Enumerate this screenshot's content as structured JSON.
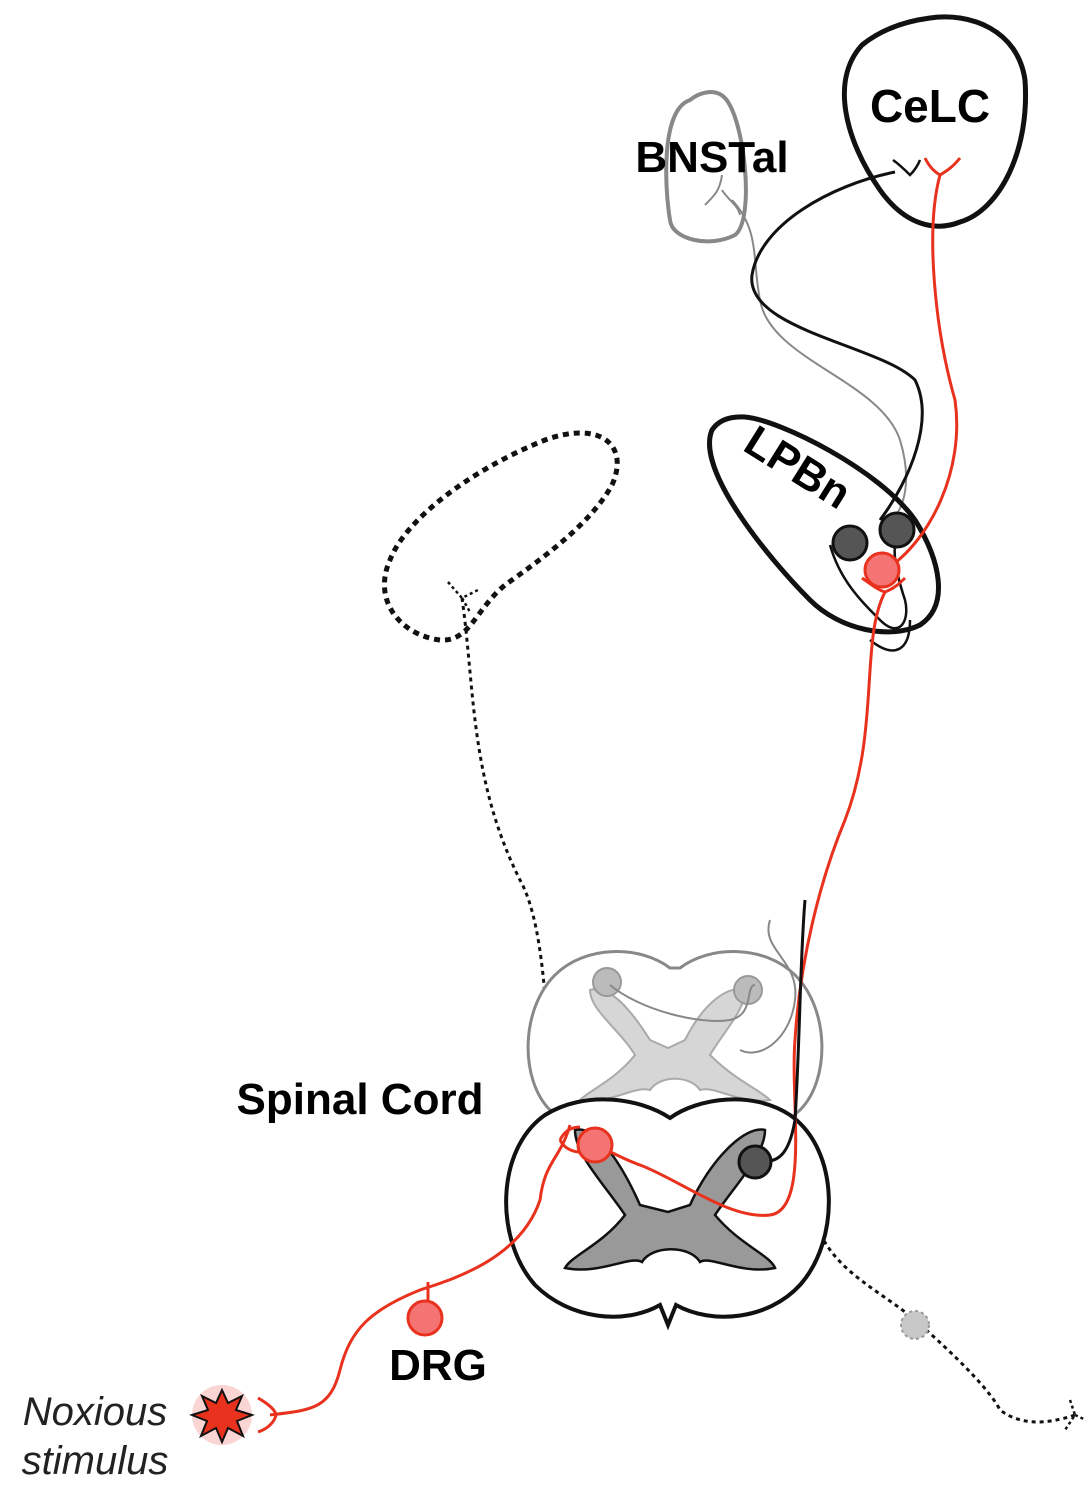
{
  "labels": {
    "celc": "CeLC",
    "bnstal": "BNSTal",
    "lpbn": "LPBn",
    "spinal_cord": "Spinal Cord",
    "drg": "DRG",
    "noxious_line1": "Noxious",
    "noxious_line2": "stimulus"
  },
  "colors": {
    "red_pathway": "#e8321e",
    "red_cell_fill": "#f47474",
    "black_pathway": "#000000",
    "grey_pathway": "#808080",
    "dark_cell": "#555555",
    "light_cell": "#bbbbbb",
    "grey_matter_dark": "#999999",
    "grey_matter_light": "#d6d6d6"
  }
}
